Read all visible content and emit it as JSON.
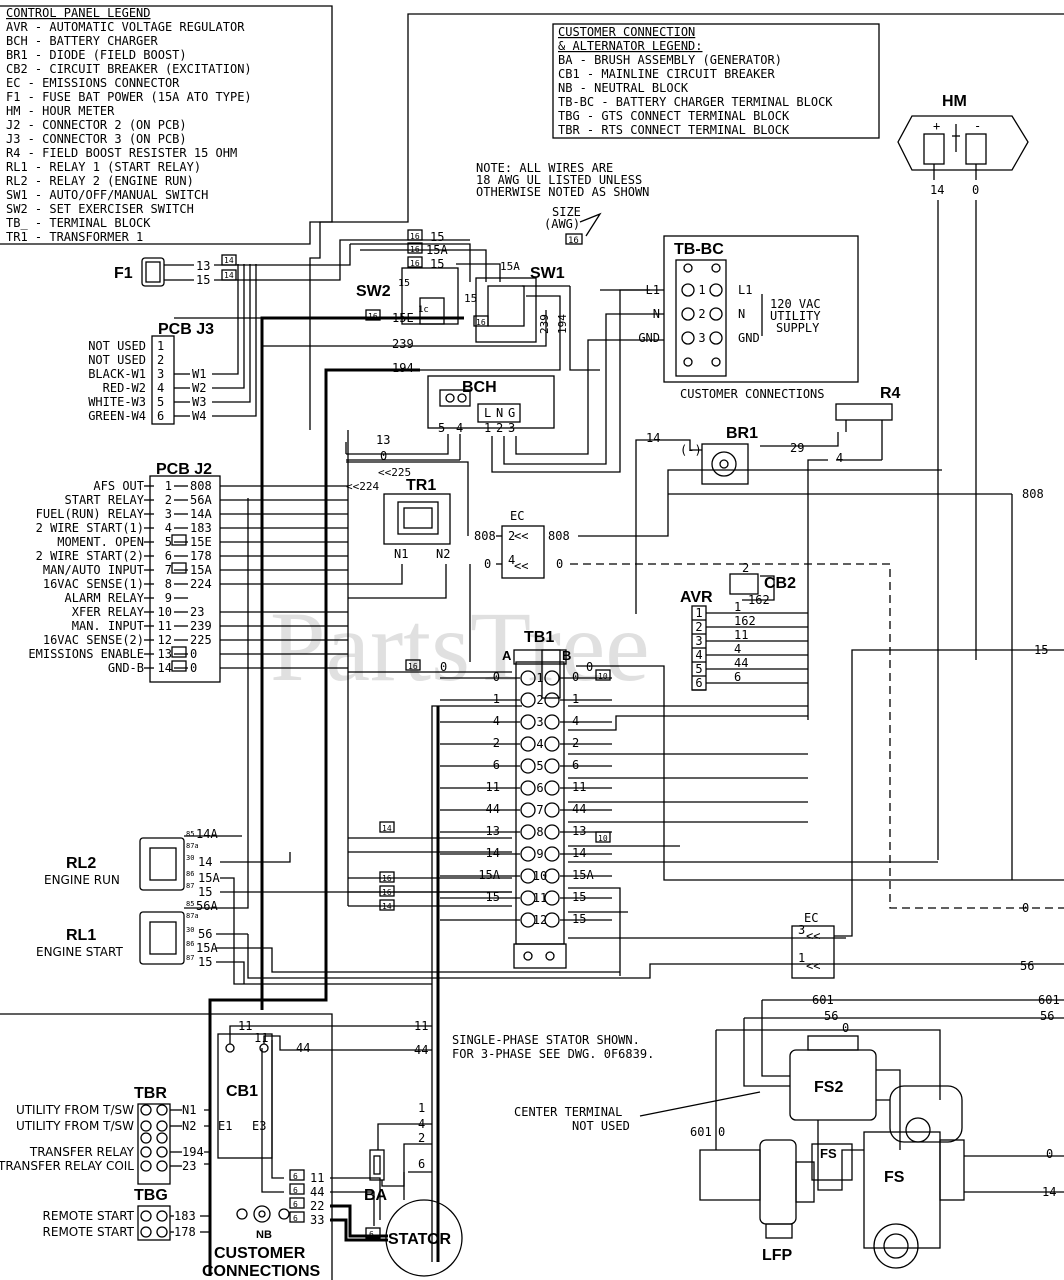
{
  "control_legend": {
    "title": "CONTROL PANEL LEGEND",
    "items": [
      "AVR - AUTOMATIC VOLTAGE REGULATOR",
      "BCH - BATTERY CHARGER",
      "BR1 - DIODE (FIELD BOOST)",
      "CB2 - CIRCUIT BREAKER (EXCITATION)",
      "EC  - EMISSIONS CONNECTOR",
      "F1  - FUSE BAT POWER (15A ATO TYPE)",
      "HM  - HOUR METER",
      "J2  - CONNECTOR 2 (ON PCB)",
      "J3  - CONNECTOR 3 (ON PCB)",
      "R4  - FIELD BOOST RESISTER 15 OHM",
      "RL1 - RELAY 1 (START RELAY)",
      "RL2 - RELAY 2 (ENGINE RUN)",
      "SW1 - AUTO/OFF/MANUAL SWITCH",
      "SW2 - SET EXERCISER SWITCH",
      "TB_ - TERMINAL BLOCK",
      "TR1 - TRANSFORMER 1"
    ]
  },
  "customer_legend": {
    "title1": "CUSTOMER CONNECTION",
    "title2": "& ALTERNATOR LEGEND:",
    "items": [
      "BA    - BRUSH ASSEMBLY (GENERATOR)",
      "CB1   - MAINLINE CIRCUIT BREAKER",
      "NB    - NEUTRAL BLOCK",
      "TB-BC - BATTERY CHARGER TERMINAL BLOCK",
      "TBG   - GTS CONNECT TERMINAL BLOCK",
      "TBR   - RTS CONNECT TERMINAL BLOCK"
    ]
  },
  "note": {
    "lines": [
      "NOTE: ALL WIRES ARE",
      "18 AWG UL LISTED UNLESS",
      "OTHERWISE NOTED AS SHOWN"
    ],
    "size_label1": "SIZE",
    "size_label2": "(AWG)",
    "size_example": "16"
  },
  "components": {
    "hm": "HM",
    "f1": "F1",
    "sw1": "SW1",
    "sw2": "SW2",
    "tbbc": "TB-BC",
    "bch": "BCH",
    "r4": "R4",
    "br1": "BR1",
    "br1_minus": "(-)",
    "tr1": "TR1",
    "ec": "EC",
    "avr": "AVR",
    "cb2": "CB2",
    "tb1": "TB1",
    "rl2": "RL2",
    "rl2_desc": "ENGINE RUN",
    "rl1": "RL1",
    "rl1_desc": "ENGINE START",
    "tbr": "TBR",
    "tbg": "TBG",
    "cb1": "CB1",
    "ba": "BA",
    "stator": "STATOR",
    "nb": "NB",
    "customer1": "CUSTOMER",
    "customer2": "CONNECTIONS",
    "fs2": "FS2",
    "fs": "FS",
    "lfp": "LFP",
    "tbbc_caption": "CUSTOMER CONNECTIONS",
    "supply1": "120 VAC",
    "supply2": "UTILITY",
    "supply3": "SUPPLY",
    "watermark": "PartsTree"
  },
  "pcb_j3": {
    "title": "PCB J3",
    "pins": [
      {
        "label": "NOT USED",
        "n": "1",
        "wire": ""
      },
      {
        "label": "NOT USED",
        "n": "2",
        "wire": ""
      },
      {
        "label": "BLACK-W1",
        "n": "3",
        "wire": "W1"
      },
      {
        "label": "RED-W2",
        "n": "4",
        "wire": "W2"
      },
      {
        "label": "WHITE-W3",
        "n": "5",
        "wire": "W3"
      },
      {
        "label": "GREEN-W4",
        "n": "6",
        "wire": "W4"
      }
    ]
  },
  "pcb_j2": {
    "title": "PCB J2",
    "pins": [
      {
        "label": "AFS OUT",
        "n": "1",
        "wire": "808"
      },
      {
        "label": "START RELAY",
        "n": "2",
        "wire": "56A"
      },
      {
        "label": "FUEL(RUN) RELAY",
        "n": "3",
        "wire": "14A"
      },
      {
        "label": "2 WIRE START(1)",
        "n": "4",
        "wire": "183"
      },
      {
        "label": "MOMENT. OPEN",
        "n": "5",
        "wire": "15E"
      },
      {
        "label": "2 WIRE START(2)",
        "n": "6",
        "wire": "178"
      },
      {
        "label": "MAN/AUTO INPUT",
        "n": "7",
        "wire": "15A"
      },
      {
        "label": "16VAC SENSE(1)",
        "n": "8",
        "wire": "224"
      },
      {
        "label": "ALARM RELAY",
        "n": "9",
        "wire": ""
      },
      {
        "label": "XFER RELAY",
        "n": "10",
        "wire": "23"
      },
      {
        "label": "MAN. INPUT",
        "n": "11",
        "wire": "239"
      },
      {
        "label": "16VAC SENSE(2)",
        "n": "12",
        "wire": "225"
      },
      {
        "label": "EMISSIONS ENABLE",
        "n": "13",
        "wire": "0"
      },
      {
        "label": "GND-B",
        "n": "14",
        "wire": "0"
      }
    ]
  },
  "tbbc_terms": [
    {
      "left": "L1",
      "n": "1",
      "right": "L1"
    },
    {
      "left": "N",
      "n": "2",
      "right": "N"
    },
    {
      "left": "GND",
      "n": "3",
      "right": "GND"
    }
  ],
  "tb1": {
    "col_a": "A",
    "col_b": "B",
    "rows": [
      {
        "n": "1",
        "l": "0",
        "r": "0"
      },
      {
        "n": "2",
        "l": "1",
        "r": "1"
      },
      {
        "n": "3",
        "l": "4",
        "r": "4"
      },
      {
        "n": "4",
        "l": "2",
        "r": "2"
      },
      {
        "n": "5",
        "l": "6",
        "r": "6"
      },
      {
        "n": "6",
        "l": "11",
        "r": "11"
      },
      {
        "n": "7",
        "l": "44",
        "r": "44"
      },
      {
        "n": "8",
        "l": "13",
        "r": "13"
      },
      {
        "n": "9",
        "l": "14",
        "r": "14"
      },
      {
        "n": "10",
        "l": "15A",
        "r": "15A"
      },
      {
        "n": "11",
        "l": "15",
        "r": "15"
      },
      {
        "n": "12",
        "l": "",
        "r": "15"
      }
    ]
  },
  "avr": {
    "pins": [
      {
        "n": "1",
        "wire": "1"
      },
      {
        "n": "2",
        "wire": "162"
      },
      {
        "n": "3",
        "wire": "11"
      },
      {
        "n": "4",
        "wire": "4"
      },
      {
        "n": "5",
        "wire": "44"
      },
      {
        "n": "6",
        "wire": "6"
      }
    ]
  },
  "tbr_terms": [
    {
      "label": "UTILITY FROM T/SW",
      "wire": "N1"
    },
    {
      "label": "UTILITY FROM T/SW",
      "wire": "N2"
    },
    {
      "label": "TRANSFER RELAY",
      "wire": "194"
    },
    {
      "label": "TRANSFER RELAY COIL",
      "wire": "23"
    }
  ],
  "tbg_terms": [
    {
      "label": "REMOTE START",
      "wire": "183"
    },
    {
      "label": "REMOTE START",
      "wire": "178"
    }
  ],
  "stator_note": [
    "SINGLE-PHASE STATOR SHOWN.",
    "FOR 3-PHASE SEE DWG. 0F6839."
  ],
  "center_terminal": [
    "CENTER TERMINAL",
    "NOT USED"
  ],
  "wire_labels": {
    "w13": "13",
    "w15": "15",
    "w14": "14",
    "w15a": "15A",
    "w15e": "15E",
    "w239": "239",
    "w194": "194",
    "w0": "0",
    "w4": "4",
    "w5": "5",
    "w29": "29",
    "w808": "808",
    "w225": "<<225",
    "w224": "<<224",
    "w56": "56",
    "w601": "601",
    "w56a": "56A",
    "w14a": "14A",
    "w11": "11",
    "w44": "44",
    "w1": "1",
    "w2": "2",
    "w6": "6",
    "w22": "22",
    "w33": "33",
    "w162": "162",
    "n1": "N1",
    "n2": "N2",
    "e1": "E1",
    "e3": "E3",
    "l": "L",
    "n": "N",
    "g": "G",
    "two": "2"
  }
}
